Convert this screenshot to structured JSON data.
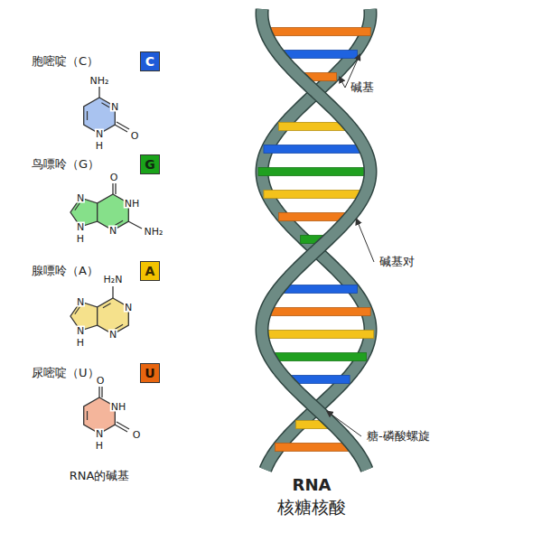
{
  "diagram": {
    "title": "RNA",
    "caption": "核糖核酸",
    "nodes": [
      {
        "text": [
          "C"
        ]
      },
      {
        "text": [
          "G"
        ]
      },
      {
        "text": [
          "A"
        ]
      },
      {
        "text": [
          "U"
        ]
      }
    ],
    "labels": [
      "胞嘧啶（C）",
      "NH₂",
      "N",
      "O",
      "N",
      "H",
      "鸟嘌呤（G）",
      "O",
      "NH",
      "NH₂",
      "N",
      "N",
      "N",
      "H",
      "腺嘌呤（A）",
      "H₂N",
      "N",
      "N",
      "N",
      "N",
      "H",
      "尿嘧啶（U）",
      "O",
      "NH",
      "O",
      "N",
      "H",
      "RNA的碱基",
      "碱基",
      "碱基对",
      "糖-磷酸螺旋"
    ]
  }
}
